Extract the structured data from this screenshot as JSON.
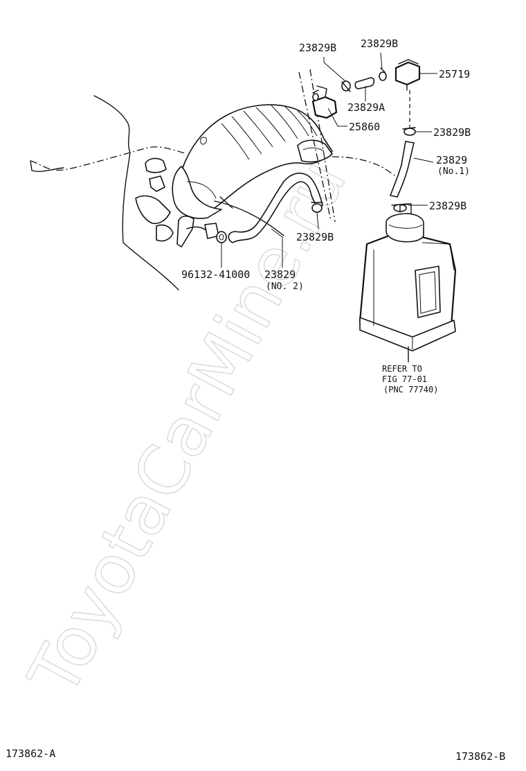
{
  "watermark": "ToyotaCarMine.ru",
  "callouts": {
    "clip_top_left": "23829B",
    "clip_top_right": "23829B",
    "vsv": "25719",
    "hose_a": "23829A",
    "valve": "25860",
    "clip_mid_right": "23829B",
    "hose_no1_part": "23829",
    "hose_no1_sub": "(No.1)",
    "clip_lower_right": "23829B",
    "clip_center": "23829B",
    "grommet": "96132-41000",
    "hose_no2_part": "23829",
    "hose_no2_sub": "(NO. 2)"
  },
  "refer": {
    "line1": "REFER TO",
    "line2": "FIG 77-01",
    "line3": "(PNC 77740)"
  },
  "footer": {
    "left_code": "173862-A",
    "right_code": "173862-B"
  }
}
